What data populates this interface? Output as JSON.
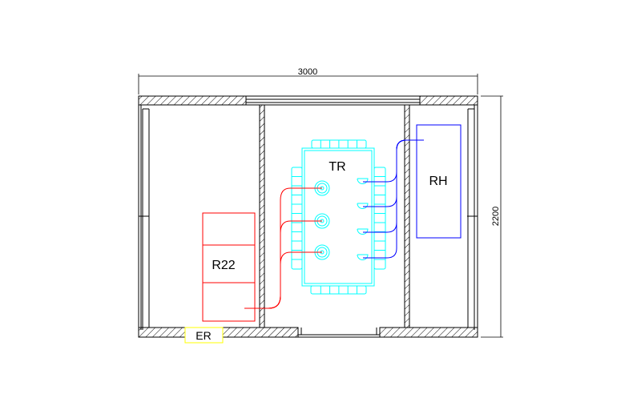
{
  "dimensions": {
    "width_label": "3000",
    "height_label": "2200"
  },
  "rooms": {
    "transformer_room": "TR",
    "rh_panel": "RH",
    "r22_panel": "R22",
    "entrance": "ER"
  },
  "colors": {
    "wall": "#000000",
    "transformer": "#00ffff",
    "hv_cable": "#ff0000",
    "lv_cable": "#0000ff",
    "entrance": "#ffff00"
  }
}
